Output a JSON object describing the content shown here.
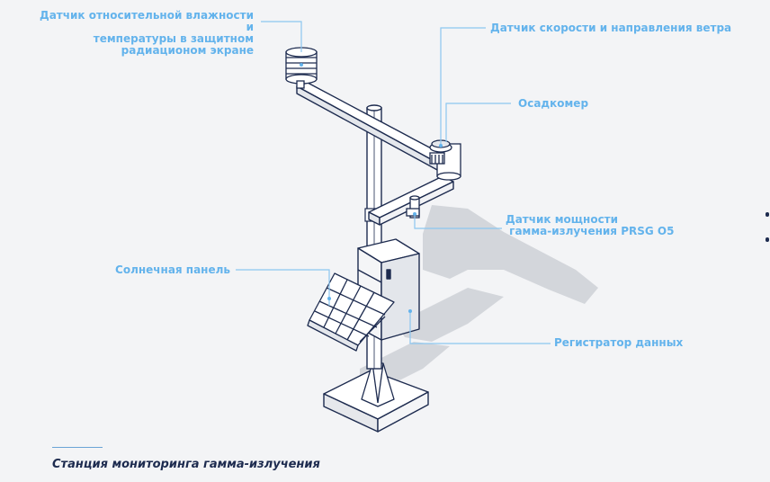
{
  "labels": {
    "humidity_sensor": "Датчик относительной влажности и\nтемпературы в защитном\nрадиационом экране",
    "wind_sensor": "Датчик скорости и направления ветра",
    "rain_gauge": "Осадкомер",
    "gamma_sensor": "Датчик мощности\n гамма-излучения PRSG O5",
    "solar_panel": "Солнечная панель",
    "data_logger": "Регистратор данных"
  },
  "caption": "Станция мониторинга гамма-излучения",
  "colors": {
    "background": "#f3f4f6",
    "label_blue": "#63b3ec",
    "leader_line": "#8cc6f0",
    "outline": "#1d2b4f",
    "caption_text": "#1d2b4f",
    "shadow": "#d2d5da"
  }
}
